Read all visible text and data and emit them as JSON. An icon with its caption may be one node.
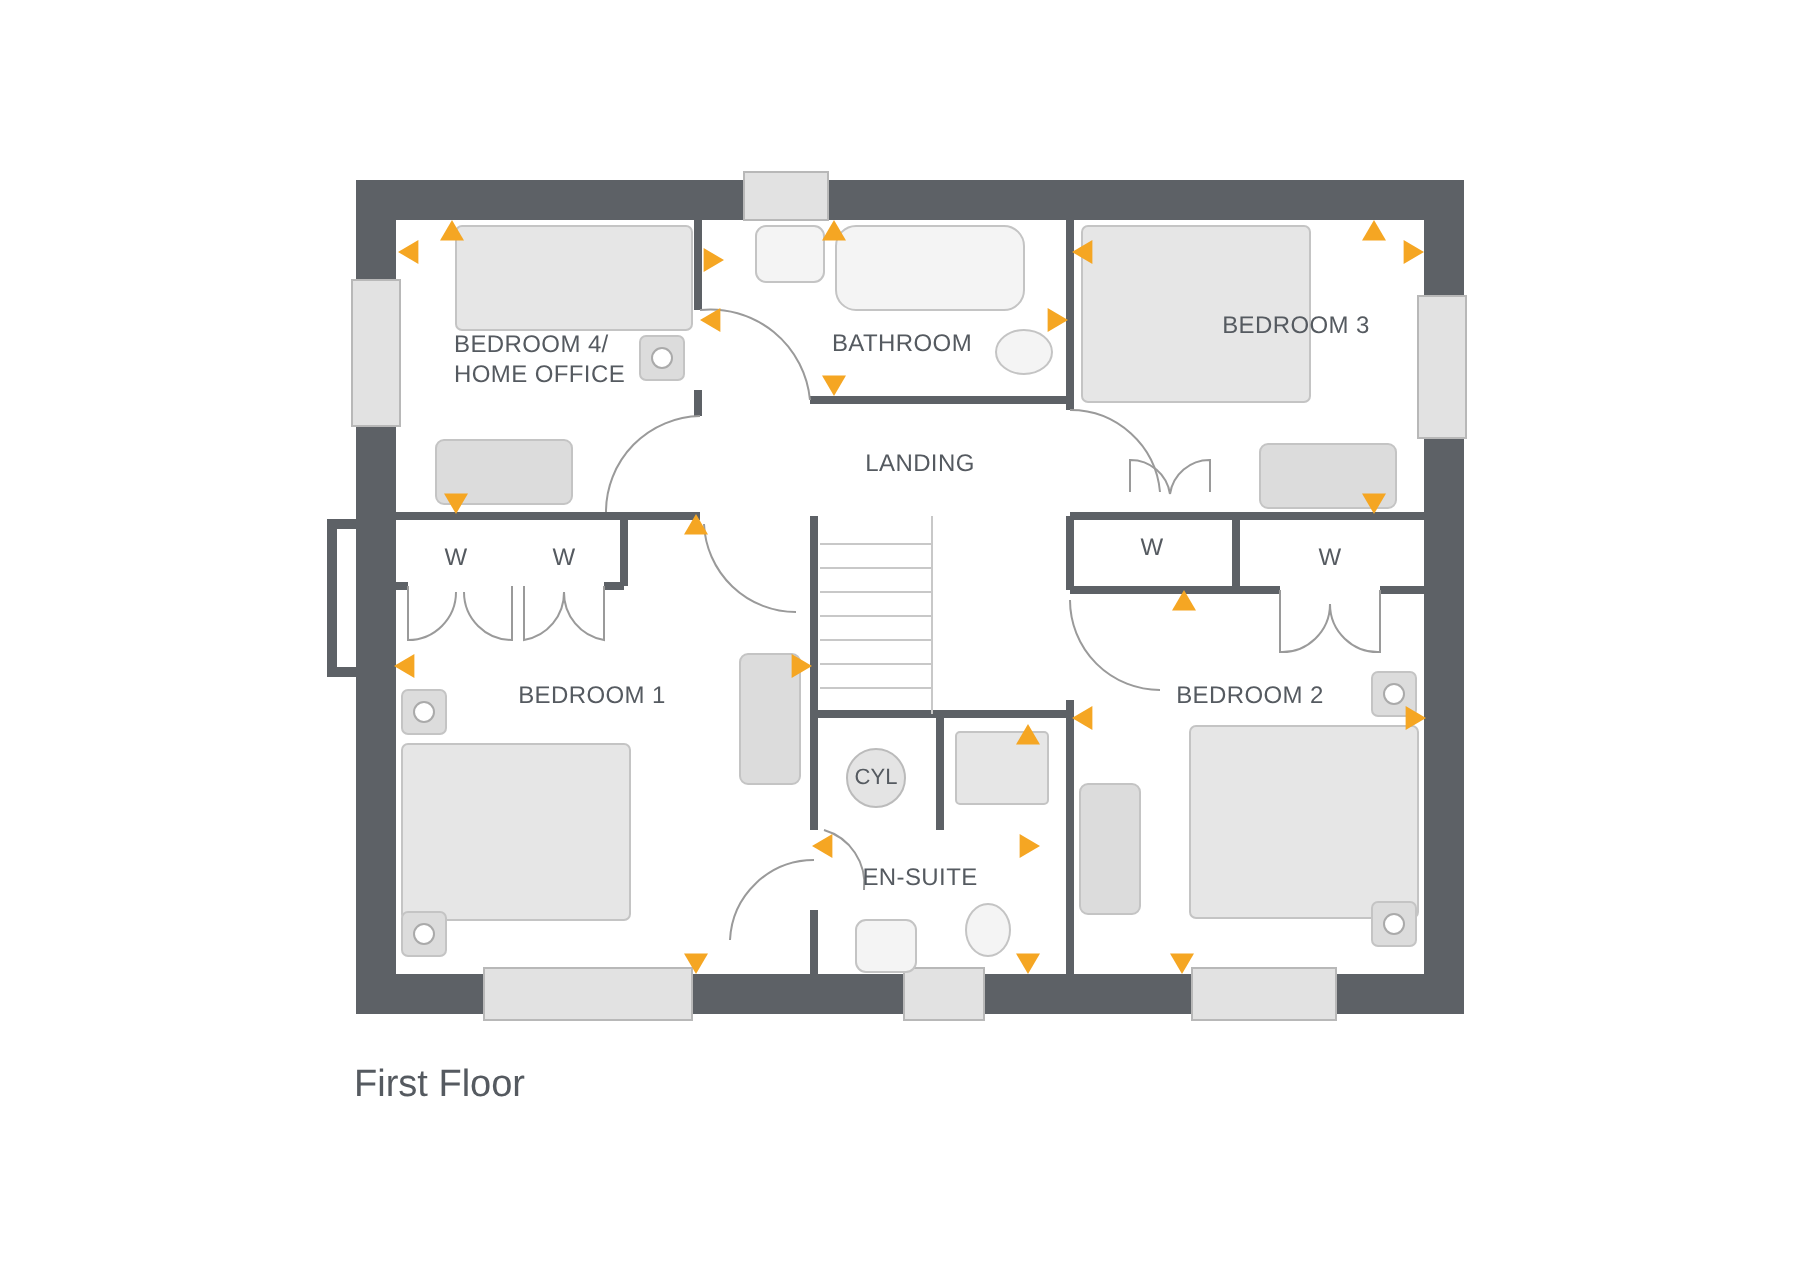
{
  "diagram": {
    "caption": "First Floor",
    "nodes": [
      {
        "text": [
          "CYL"
        ]
      }
    ],
    "labels": [
      "BEDROOM 4/ HOME OFFICE",
      "BATHROOM",
      "BEDROOM 3",
      "LANDING",
      "W",
      "W",
      "W",
      "W",
      "BEDROOM 1",
      "BEDROOM 2",
      "EN-SUITE"
    ]
  }
}
